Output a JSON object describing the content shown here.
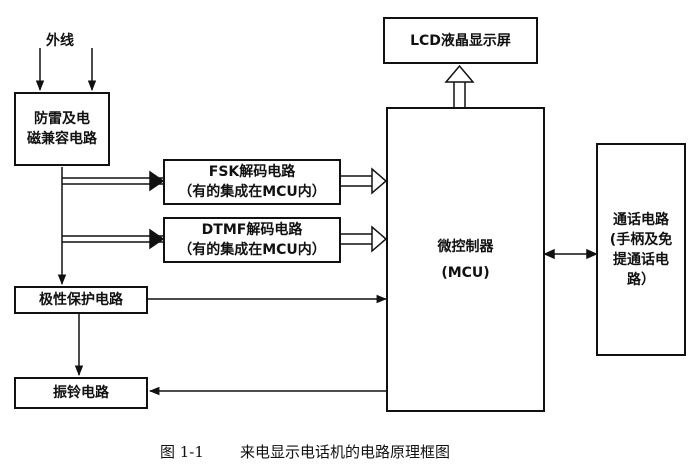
{
  "input_label": "外线",
  "boxes": {
    "surge": {
      "line1": "防雷及电",
      "line2": "磁兼容电路"
    },
    "fsk": {
      "line1": "FSK解码电路",
      "line2": "（有的集成在MCU内）"
    },
    "dtmf": {
      "line1": "DTMF解码电路",
      "line2": "（有的集成在MCU内）"
    },
    "polarity": {
      "line1": "极性保护电路"
    },
    "ringer": {
      "line1": "振铃电路"
    },
    "lcd": {
      "line1": "LCD液晶显示屏"
    },
    "mcu": {
      "line1": "微控制器",
      "line2": "(MCU)"
    },
    "talk": {
      "line1": "通话电路",
      "line2": "(手柄及免",
      "line3": "提通话电",
      "line4": "路）"
    }
  },
  "caption": {
    "figure_no": "图 1-1",
    "title": "来电显示电话机的电路原理框图"
  }
}
